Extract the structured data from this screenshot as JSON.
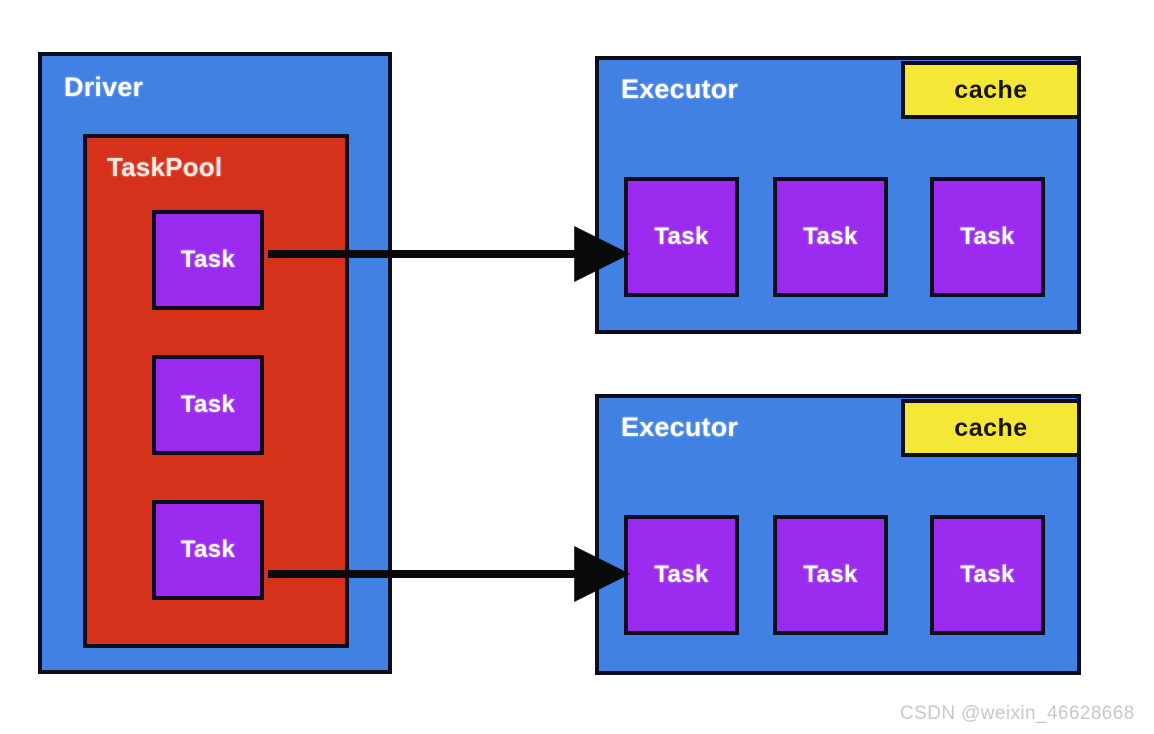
{
  "diagram": {
    "title": "Spark Driver / Executor task dispatch diagram",
    "background_color": "#ffffff",
    "colors": {
      "blue": "#4181e3",
      "red": "#d6311b",
      "purple": "#9c2bf0",
      "yellow": "#f5e736",
      "outline": "#0d0d1e",
      "white_text": "#ffffff",
      "watermark": "#c8c8c8"
    }
  },
  "driver": {
    "label": "Driver",
    "taskpool": {
      "label": "TaskPool",
      "tasks": [
        {
          "label": "Task"
        },
        {
          "label": "Task"
        },
        {
          "label": "Task"
        }
      ]
    }
  },
  "executors": [
    {
      "label": "Executor",
      "cache": {
        "label": "cache"
      },
      "tasks": [
        {
          "label": "Task"
        },
        {
          "label": "Task"
        },
        {
          "label": "Task"
        }
      ]
    },
    {
      "label": "Executor",
      "cache": {
        "label": "cache"
      },
      "tasks": [
        {
          "label": "Task"
        },
        {
          "label": "Task"
        },
        {
          "label": "Task"
        }
      ]
    }
  ],
  "arrows": [
    {
      "from": "driver-task-1",
      "to": "executor-1-task-1"
    },
    {
      "from": "driver-task-3",
      "to": "executor-2-task-1"
    }
  ],
  "watermark": {
    "text": "CSDN @weixin_46628668"
  }
}
